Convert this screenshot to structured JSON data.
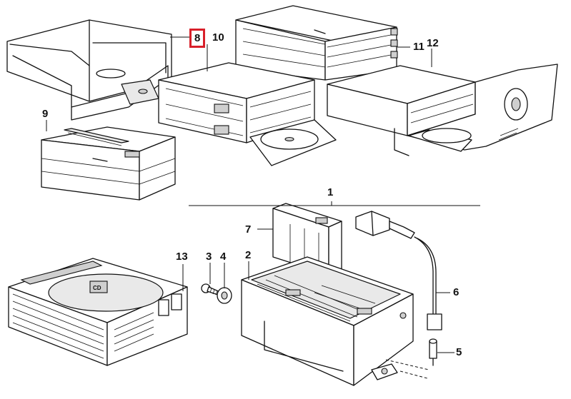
{
  "highlight_color": "#d8202a",
  "callouts": {
    "c1": "1",
    "c2": "2",
    "c3": "3",
    "c4": "4",
    "c5": "5",
    "c6": "6",
    "c7": "7",
    "c8": "8",
    "c9": "9",
    "c10": "10",
    "c11": "11",
    "c12": "12",
    "c13": "13"
  },
  "highlighted_callout": "8",
  "sticker_text": "CD"
}
